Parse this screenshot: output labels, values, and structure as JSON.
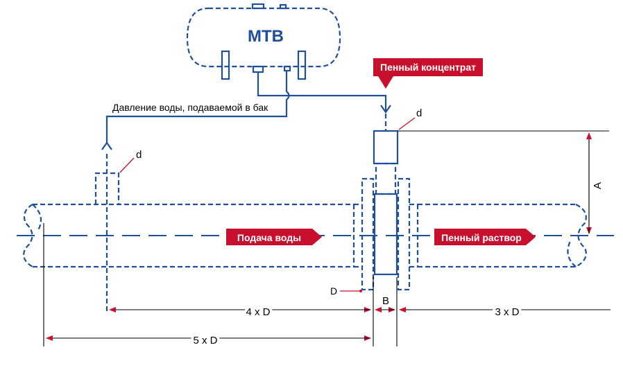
{
  "tank": {
    "label": "MTB"
  },
  "labels": {
    "foam_concentrate": "Пенный концентрат",
    "water_pressure": "Давление воды, подаваемой в бак",
    "water_supply": "Подача воды",
    "foam_solution": "Пенный раствор",
    "d_right": "d",
    "d_left": "d",
    "D": "D",
    "A": "A",
    "B": "B",
    "dim_4xD": "4 x D",
    "dim_5xD": "5 x D",
    "dim_3xD": "3 x D"
  },
  "colors": {
    "blue": "#1f4e9c",
    "red": "#c8102e"
  }
}
